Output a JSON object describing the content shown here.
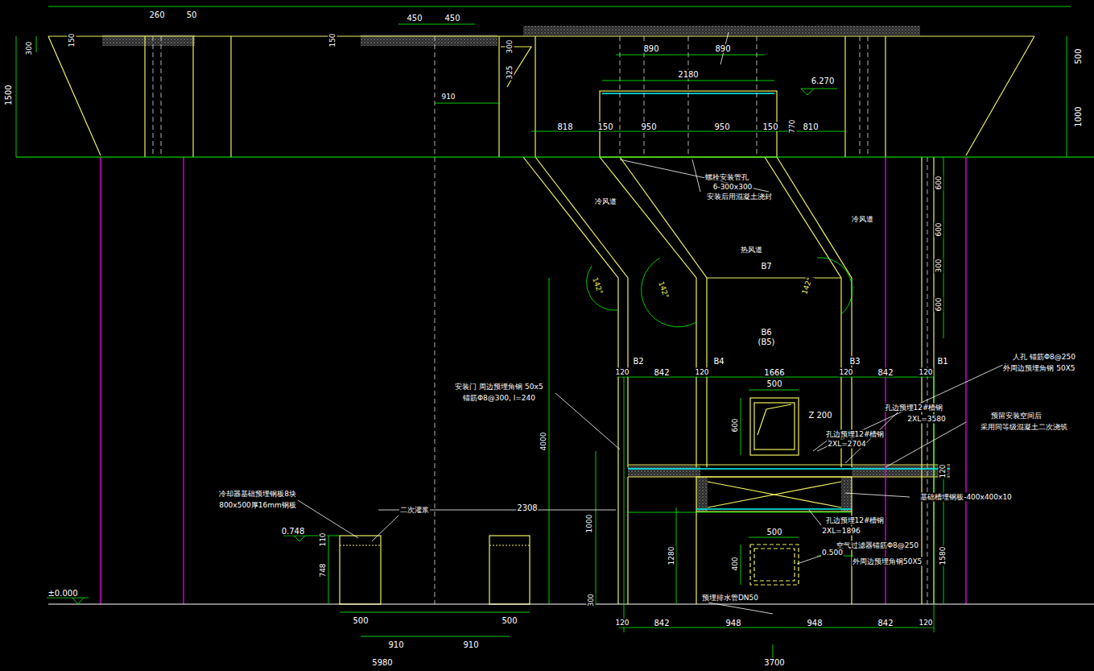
{
  "diagram": {
    "labels": [
      "260",
      "50",
      "450",
      "450",
      "1500",
      "300",
      "150",
      "150",
      "300",
      "325",
      "910",
      "890",
      "890",
      "2180",
      "6.270",
      "500",
      "1000",
      "818",
      "150",
      "950",
      "950",
      "150",
      "770",
      "810",
      "螺栓安装管孔",
      "6-300x300",
      "安装后用混凝土浇封",
      "冷风道",
      "热风道",
      "冷风道",
      "B7",
      "B6",
      "(B5)",
      "142°",
      "142°",
      "142°",
      "600",
      "600",
      "300",
      "600",
      "B2",
      "B4",
      "B3",
      "B1",
      "120",
      "842",
      "120",
      "1666",
      "120",
      "842",
      "120",
      "500",
      "600",
      "Z 200",
      "人孔 锚筋Φ8@250",
      "外周边预埋角钢 50X5",
      "孔边预埋12#槽钢",
      "2XL=3580",
      "预留安装空间后",
      "采用同等级混凝土二次浇筑",
      "孔边预埋12#槽钢",
      "2XL=2704",
      "安装门 周边预埋角钢 50x5",
      "锚筋Φ8@300, l=240",
      "4000",
      "120",
      "基础槽埋钢板-400x400x10",
      "冷却器基础预埋钢板8块",
      "800x500厚16mm钢板",
      "二次灌浆",
      "2308",
      "0.748",
      "110",
      "748",
      "1000",
      "1280",
      "孔边预埋12#槽钢",
      "2XL=1896",
      "500",
      "空气过滤器锚筋Φ8@250",
      "0.500",
      "外周边预埋角钢50X5",
      "400",
      "1580",
      "±0.000",
      "300",
      "预埋排水管DN50",
      "500",
      "500",
      "120",
      "842",
      "948",
      "948",
      "842",
      "120",
      "910",
      "910",
      "5980",
      "3700"
    ]
  }
}
